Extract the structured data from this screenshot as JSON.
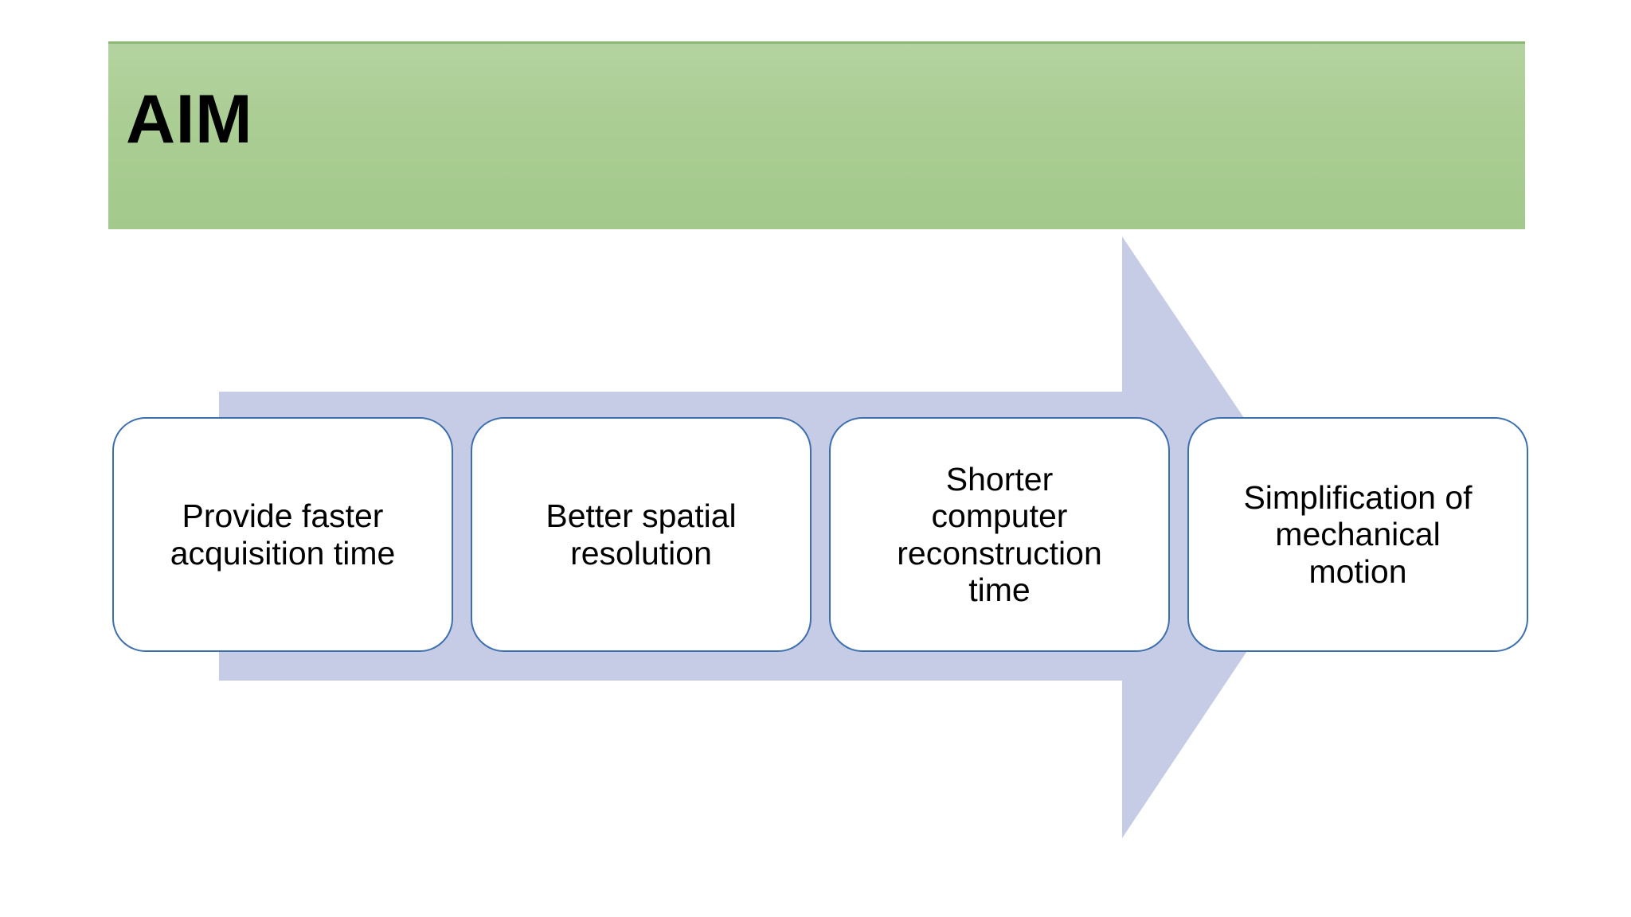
{
  "slide": {
    "title": "AIM",
    "background_color": "#FFFFFF"
  },
  "banner": {
    "label": "AIM",
    "fill_top_color": "#B4D3A0",
    "fill_bottom_color": "#A3C98C",
    "border_color": "#8CB673"
  },
  "arrow": {
    "name": "right-pointing-block-arrow",
    "fill_color": "#C6CCE6",
    "direction": "right"
  },
  "process": {
    "box_border_color": "#3D6FAD",
    "box_fill_color": "#FFFFFF",
    "boxes": [
      {
        "id": "box-1",
        "label": "Provide faster\nacquisition time"
      },
      {
        "id": "box-2",
        "label": "Better spatial\nresolution"
      },
      {
        "id": "box-3",
        "label": "Shorter\ncomputer\nreconstruction\ntime"
      },
      {
        "id": "box-4",
        "label": "Simplification of\nmechanical\nmotion"
      }
    ]
  }
}
